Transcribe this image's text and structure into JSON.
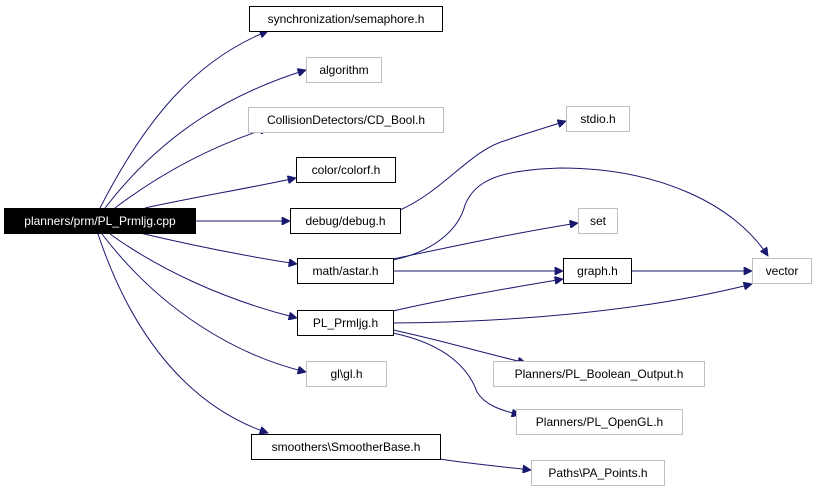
{
  "colors": {
    "edge": "#191970",
    "node_border": "#000000",
    "external_border": "#bfbfbf",
    "root_bg": "#000000",
    "root_text": "#ffffff"
  },
  "nodes": {
    "root": {
      "label": "planners/prm/PL_Prmljg.cpp"
    },
    "synchronization": {
      "label": "synchronization/semaphore.h"
    },
    "algorithm": {
      "label": "algorithm"
    },
    "cd_bool": {
      "label": "CollisionDetectors/CD_Bool.h"
    },
    "colorf": {
      "label": "color/colorf.h"
    },
    "debug": {
      "label": "debug/debug.h"
    },
    "astar": {
      "label": "math/astar.h"
    },
    "pl_prmljg_h": {
      "label": "PL_Prmljg.h"
    },
    "glgl": {
      "label": "gl\\gl.h"
    },
    "smoother": {
      "label": "smoothers\\SmootherBase.h"
    },
    "stdio": {
      "label": "stdio.h"
    },
    "set": {
      "label": "set"
    },
    "graph": {
      "label": "graph.h"
    },
    "vector": {
      "label": "vector"
    },
    "boolean_output": {
      "label": "Planners/PL_Boolean_Output.h"
    },
    "opengl": {
      "label": "Planners/PL_OpenGL.h"
    },
    "pa_points": {
      "label": "Paths\\PA_Points.h"
    }
  },
  "edges": [
    [
      "root",
      "synchronization"
    ],
    [
      "root",
      "algorithm"
    ],
    [
      "root",
      "cd_bool"
    ],
    [
      "root",
      "colorf"
    ],
    [
      "root",
      "debug"
    ],
    [
      "root",
      "astar"
    ],
    [
      "root",
      "pl_prmljg_h"
    ],
    [
      "root",
      "glgl"
    ],
    [
      "root",
      "smoother"
    ],
    [
      "debug",
      "stdio"
    ],
    [
      "astar",
      "set"
    ],
    [
      "astar",
      "vector"
    ],
    [
      "astar",
      "graph"
    ],
    [
      "pl_prmljg_h",
      "graph"
    ],
    [
      "pl_prmljg_h",
      "vector"
    ],
    [
      "pl_prmljg_h",
      "boolean_output"
    ],
    [
      "pl_prmljg_h",
      "opengl"
    ],
    [
      "graph",
      "vector"
    ],
    [
      "smoother",
      "pa_points"
    ]
  ]
}
